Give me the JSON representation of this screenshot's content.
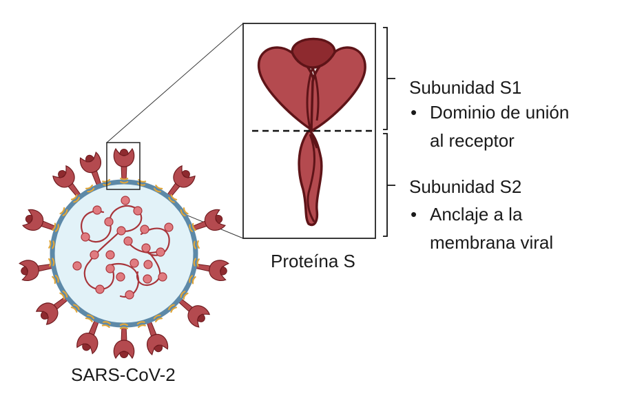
{
  "labels": {
    "virus": "SARS-CoV-2",
    "protein": "Proteína S",
    "s1_title": "Subunidad S1",
    "s1_bullet_line1": "Dominio de unión",
    "s1_bullet_line2": "al receptor",
    "s2_title": "Subunidad S2",
    "s2_bullet_line1": "Anclaje a la",
    "s2_bullet_line2": "membrana viral",
    "bullet": "•"
  },
  "colors": {
    "spike_fill": "#b44a4f",
    "spike_dark": "#8e2a2f",
    "spike_outline": "#6e1a1e",
    "envelope_fill": "#e2f2f8",
    "envelope_ring": "#5d89a8",
    "membrane_protein": "#e0a63a",
    "rna": "#a8343a",
    "rna_bead": "#e07b80"
  }
}
